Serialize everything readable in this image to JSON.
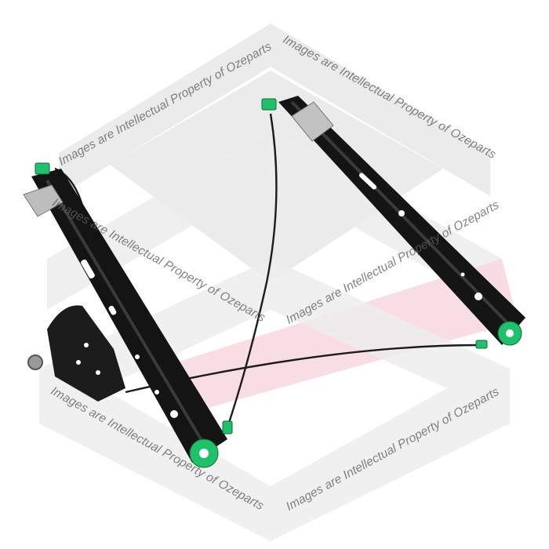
{
  "watermark": {
    "text": "Images are Intellectual Property of Ozeparts",
    "brand": "Ozeparts"
  },
  "product": {
    "part": "window-regulator",
    "colors": {
      "frame": "#141414",
      "clip": "#1fc26b",
      "cable": "#1c1c1c",
      "bracket": "#b9b9b9",
      "watermark_gray": "#e6e6e6",
      "watermark_red": "#f6d8dc"
    }
  }
}
